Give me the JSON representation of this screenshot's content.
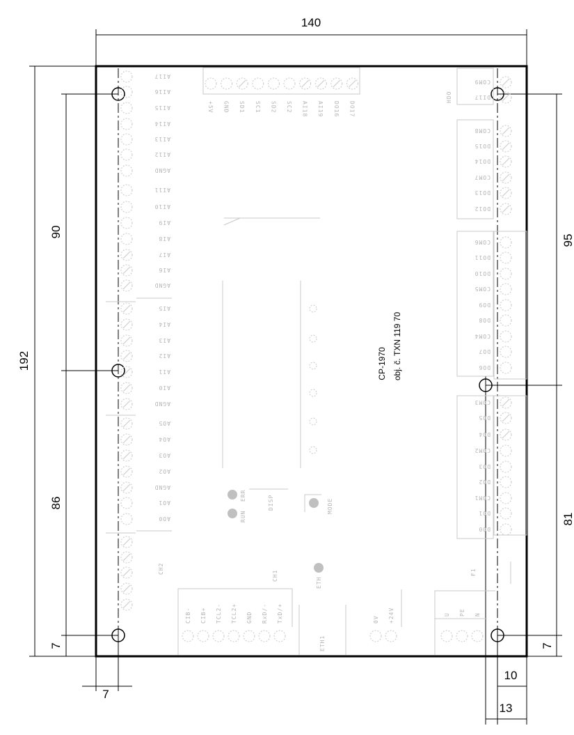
{
  "dimensions": {
    "width": "140",
    "height": "192",
    "left_upper": "90",
    "left_lower": "86",
    "right_upper": "95",
    "right_lower": "81",
    "left_bottom_margin": "7",
    "left_side_margin": "7",
    "right_bottom_margin": "7",
    "right_side_10": "10",
    "right_side_13": "13"
  },
  "device": {
    "name": "CP-1970",
    "order_no": "obj. č. TXN 119 70"
  },
  "top_connector": [
    "+5V",
    "GND",
    "SD1",
    "SC1",
    "SD2",
    "SC2",
    "AI18",
    "AI19",
    "DO16",
    "DO17"
  ],
  "left_terminals": [
    "AI17",
    "AI16",
    "AI15",
    "AI14",
    "AI13",
    "AI12",
    "AGND",
    "AI11",
    "AI10",
    "AI9",
    "AI8",
    "AI7",
    "AI6",
    "AGND",
    "AI5",
    "AI4",
    "AI3",
    "AI2",
    "AI1",
    "AI0",
    "AGND",
    "AO5",
    "AO4",
    "AO3",
    "AO2",
    "AGND",
    "AO1",
    "AO0"
  ],
  "ch2_label": "CH2",
  "right_terminals": [
    [
      "COM9",
      "DI17"
    ],
    [
      "COM8",
      "DO15",
      "DO14",
      "COM7",
      "DO13",
      "DO12"
    ],
    [
      "COM6",
      "DO11",
      "DO10",
      "COM5",
      "DO9",
      "DO8",
      "COM4",
      "DO7",
      "DO6"
    ],
    [
      "COM3",
      "DO5",
      "DO4",
      "COM2",
      "DO3",
      "DO2",
      "COM1",
      "DO1",
      "DO0"
    ]
  ],
  "hdo_label": "HDO",
  "bottom_ch1": [
    "CIB-",
    "CIB+",
    "TCL2-",
    "TCL2+",
    "GND",
    "RxD/-",
    "TxD/+"
  ],
  "ch1_label": "CH1",
  "eth_label": "ETH1",
  "eth_led": "ETH",
  "power": [
    "0V",
    "+24V"
  ],
  "mains": [
    "U",
    "PE",
    "N"
  ],
  "fuse": "F1",
  "leds": {
    "run": "RUN",
    "err": "ERR",
    "disp": "DISP",
    "mode": "MODE"
  },
  "colors": {
    "outline": "#000000",
    "component": "#c8c8c8",
    "led": "#c0c0c0"
  }
}
